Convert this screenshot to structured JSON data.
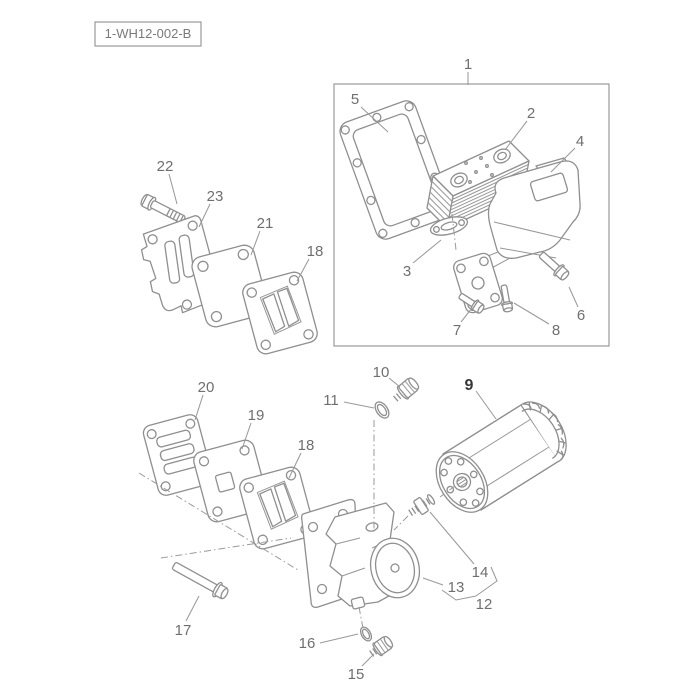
{
  "diagram": {
    "drawing_number": "1-WH12-002-B",
    "colors": {
      "background": "#ffffff",
      "line": "#8f8f8f",
      "label": "#6f6f6f",
      "bold_label": "#383838",
      "frame": "#9a9a9a"
    },
    "callouts": [
      {
        "part": "1"
      },
      {
        "part": "5"
      },
      {
        "part": "2"
      },
      {
        "part": "4"
      },
      {
        "part": "3"
      },
      {
        "part": "7"
      },
      {
        "part": "8"
      },
      {
        "part": "6"
      },
      {
        "part": "22"
      },
      {
        "part": "23"
      },
      {
        "part": "21"
      },
      {
        "part": "18"
      },
      {
        "part": "20"
      },
      {
        "part": "19"
      },
      {
        "part": "18"
      },
      {
        "part": "10"
      },
      {
        "part": "11"
      },
      {
        "part": "9"
      },
      {
        "part": "14"
      },
      {
        "part": "13"
      },
      {
        "part": "12"
      },
      {
        "part": "16"
      },
      {
        "part": "15"
      },
      {
        "part": "17"
      }
    ]
  }
}
